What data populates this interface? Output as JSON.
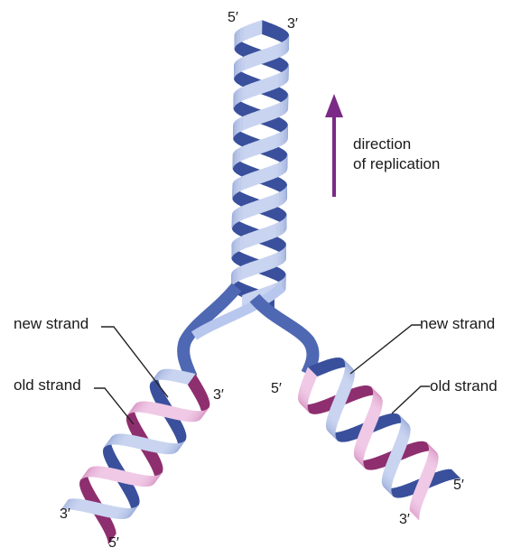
{
  "labels": {
    "top_five": "5′",
    "top_three": "3′",
    "direction_line1": "direction",
    "direction_line2": "of replication",
    "left_new": "new strand",
    "left_old": "old strand",
    "left_inner_three": "3′",
    "left_bottom_three": "3′",
    "left_bottom_five": "5′",
    "right_new": "new strand",
    "right_old": "old strand",
    "right_inner_five": "5′",
    "right_bottom_five": "5′",
    "right_bottom_three": "3′"
  },
  "colors": {
    "old_strand": "#5670b8",
    "old_strand_light": "#c9d4f0",
    "new_strand": "#b4478f",
    "new_strand_light": "#f0c9e6",
    "arrow": "#7a2a86",
    "text": "#1a1a1a",
    "leader_line": "#222222"
  },
  "icons": {
    "direction": "up-arrow-icon"
  }
}
